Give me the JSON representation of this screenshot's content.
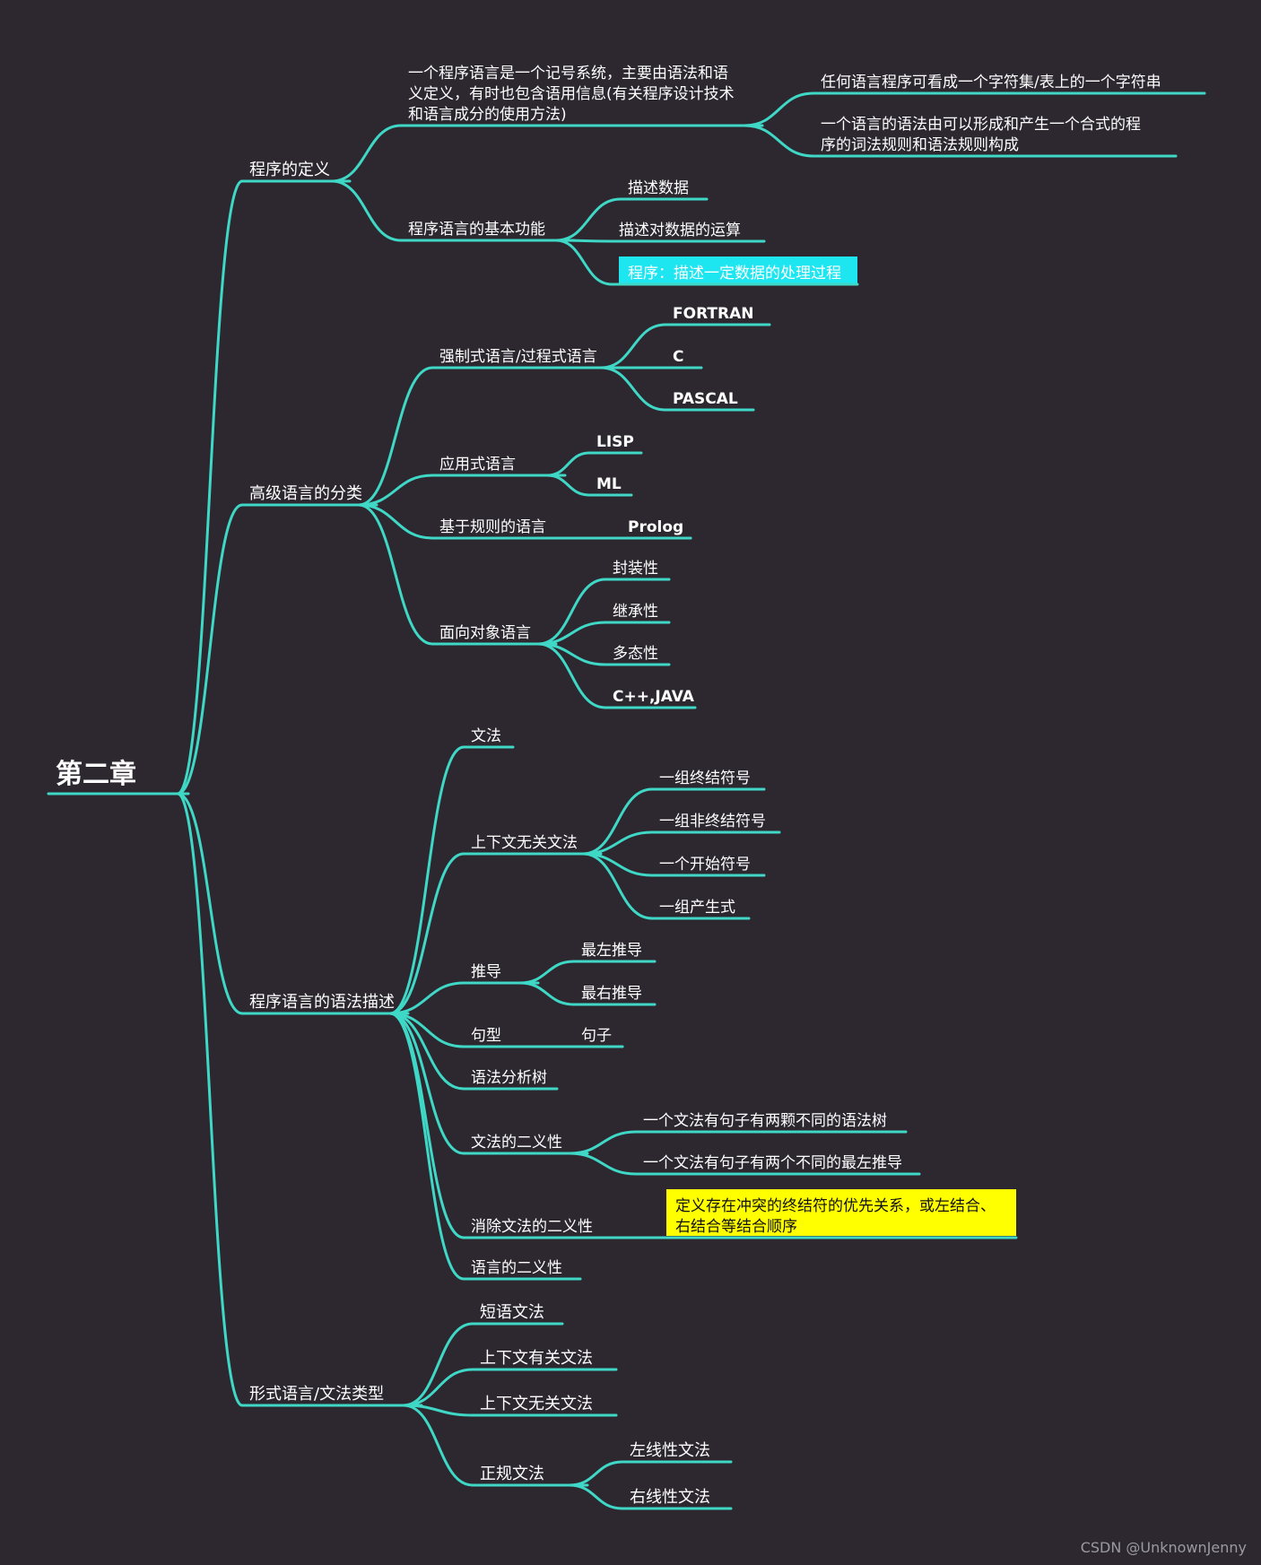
{
  "colors": {
    "background": "#2d2830",
    "branch": "#3fd8c6",
    "text": "#ffffff",
    "highlight_cyan": "#1ee6f0",
    "highlight_yellow": "#ffff00"
  },
  "root": {
    "label": "第二章"
  },
  "branches": [
    {
      "label": "程序的定义",
      "children": [
        {
          "label": "一个程序语言是一个记号系统，主要由语法和语义定义，有时也包含语用信息(有关程序设计技术和语言成分的使用方法)",
          "lines": [
            "一个程序语言是一个记号系统，主要由语法和语",
            "义定义，有时也包含语用信息(有关程序设计技术",
            "和语言成分的使用方法)"
          ],
          "children": [
            {
              "label": "任何语言程序可看成一个字符集/表上的一个字符串",
              "lines": [
                "任何语言程序可看成一个字符集/表上的一个字符串"
              ]
            },
            {
              "label": "一个语言的语法由可以形成和产生一个合式的程序的词法规则和语法规则构成",
              "lines": [
                "一个语言的语法由可以形成和产生一个合式的程",
                "序的词法规则和语法规则构成"
              ]
            }
          ]
        },
        {
          "label": "程序语言的基本功能",
          "children": [
            {
              "label": "描述数据"
            },
            {
              "label": "描述对数据的运算"
            },
            {
              "label": "程序：描述一定数据的处理过程",
              "highlight": "cyan"
            }
          ]
        }
      ]
    },
    {
      "label": "高级语言的分类",
      "children": [
        {
          "label": "强制式语言/过程式语言",
          "children": [
            {
              "label": "FORTRAN"
            },
            {
              "label": "C"
            },
            {
              "label": "PASCAL"
            }
          ]
        },
        {
          "label": "应用式语言",
          "children": [
            {
              "label": "LISP"
            },
            {
              "label": "ML"
            }
          ]
        },
        {
          "label": "基于规则的语言",
          "children": [
            {
              "label": "Prolog"
            }
          ]
        },
        {
          "label": "面向对象语言",
          "children": [
            {
              "label": "封装性"
            },
            {
              "label": "继承性"
            },
            {
              "label": "多态性"
            },
            {
              "label": "C++,JAVA"
            }
          ]
        }
      ]
    },
    {
      "label": "程序语言的语法描述",
      "children": [
        {
          "label": "文法"
        },
        {
          "label": "上下文无关文法",
          "children": [
            {
              "label": "一组终结符号"
            },
            {
              "label": "一组非终结符号"
            },
            {
              "label": "一个开始符号"
            },
            {
              "label": "一组产生式"
            }
          ]
        },
        {
          "label": "推导",
          "children": [
            {
              "label": "最左推导"
            },
            {
              "label": "最右推导"
            }
          ]
        },
        {
          "label": "句型",
          "children": [
            {
              "label": "句子"
            }
          ]
        },
        {
          "label": "语法分析树"
        },
        {
          "label": "文法的二义性",
          "children": [
            {
              "label": "一个文法有句子有两颗不同的语法树"
            },
            {
              "label": "一个文法有句子有两个不同的最左推导"
            }
          ]
        },
        {
          "label": "消除文法的二义性",
          "children": [
            {
              "label": "定义存在冲突的终结符的优先关系，或左结合、右结合等结合顺序",
              "lines": [
                "定义存在冲突的终结符的优先关系，或左结合、",
                "右结合等结合顺序"
              ],
              "highlight": "yellow"
            }
          ]
        },
        {
          "label": "语言的二义性"
        }
      ]
    },
    {
      "label": "形式语言/文法类型",
      "children": [
        {
          "label": "短语文法"
        },
        {
          "label": "上下文有关文法"
        },
        {
          "label": "上下文无关文法"
        },
        {
          "label": "正规文法",
          "children": [
            {
              "label": "左线性文法"
            },
            {
              "label": "右线性文法"
            }
          ]
        }
      ]
    }
  ],
  "credit": "CSDN @UnknownJenny"
}
